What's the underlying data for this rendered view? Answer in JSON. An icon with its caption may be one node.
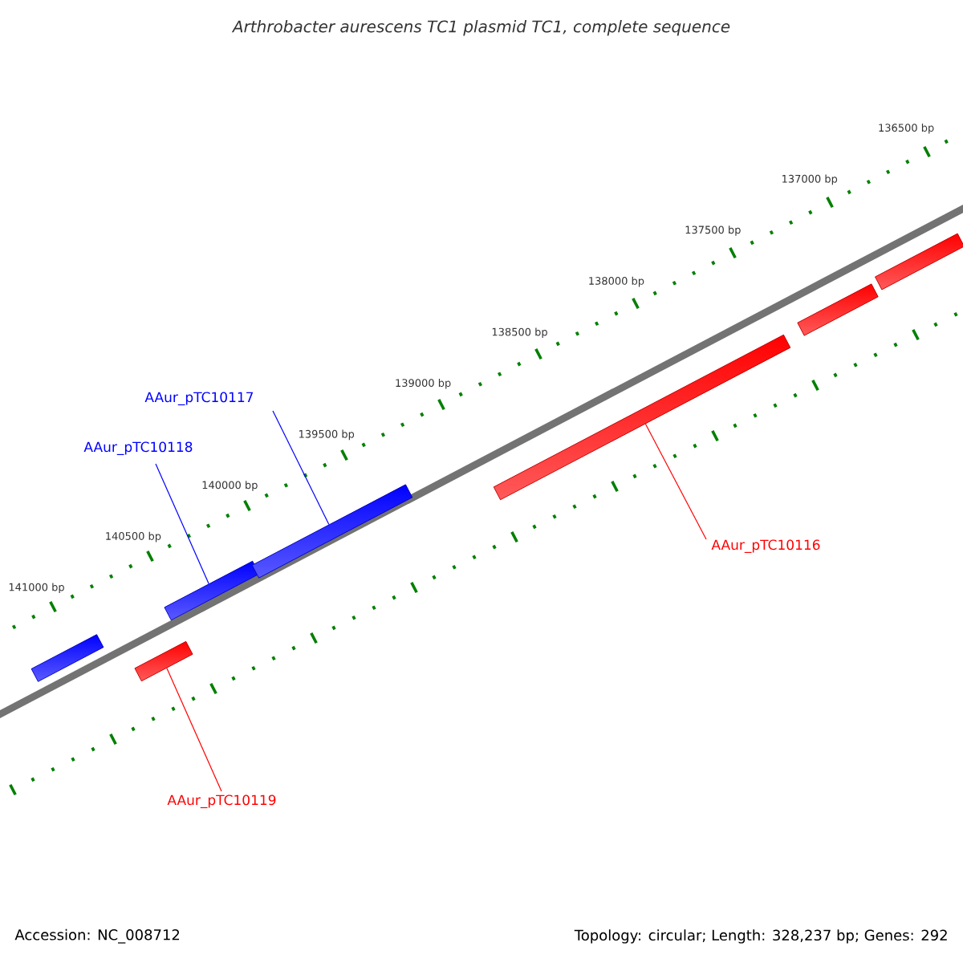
{
  "diagram": {
    "title": "Arthrobacter aurescens TC1 plasmid TC1, complete sequence",
    "nodes": [
      {
        "text": [
          "AAur_pTC10117"
        ]
      },
      {
        "text": [
          "AAur_pTC10118"
        ]
      },
      {
        "text": [
          "AAur_pTC10116"
        ]
      },
      {
        "text": [
          "AAur_pTC10119"
        ]
      },
      {
        "text": [],
        "shape": "bar"
      },
      {
        "text": [],
        "shape": "bar"
      },
      {
        "text": [],
        "shape": "bar"
      },
      {
        "text": [],
        "shape": "bar"
      },
      {
        "text": [],
        "shape": "bar"
      },
      {
        "text": [],
        "shape": "bar"
      },
      {
        "text": [],
        "shape": "bar"
      }
    ],
    "edges": [
      {
        "from": 0,
        "to": 7,
        "arrow": "none",
        "color": "#0000ff"
      },
      {
        "from": 1,
        "to": 6,
        "arrow": "none",
        "color": "#0000ff"
      },
      {
        "from": 2,
        "to": 8,
        "arrow": "none",
        "color": "#ff0000"
      },
      {
        "from": 3,
        "to": 5,
        "arrow": "none",
        "color": "#ff0000"
      }
    ],
    "labels": [
      "136500 bp",
      "137000 bp",
      "137500 bp",
      "138000 bp",
      "138500 bp",
      "139000 bp",
      "139500 bp",
      "140000 bp",
      "140500 bp",
      "141000 bp",
      "Accession: NC_008712",
      "Topology: circular; Length: 328,237 bp; Genes: 292"
    ]
  }
}
